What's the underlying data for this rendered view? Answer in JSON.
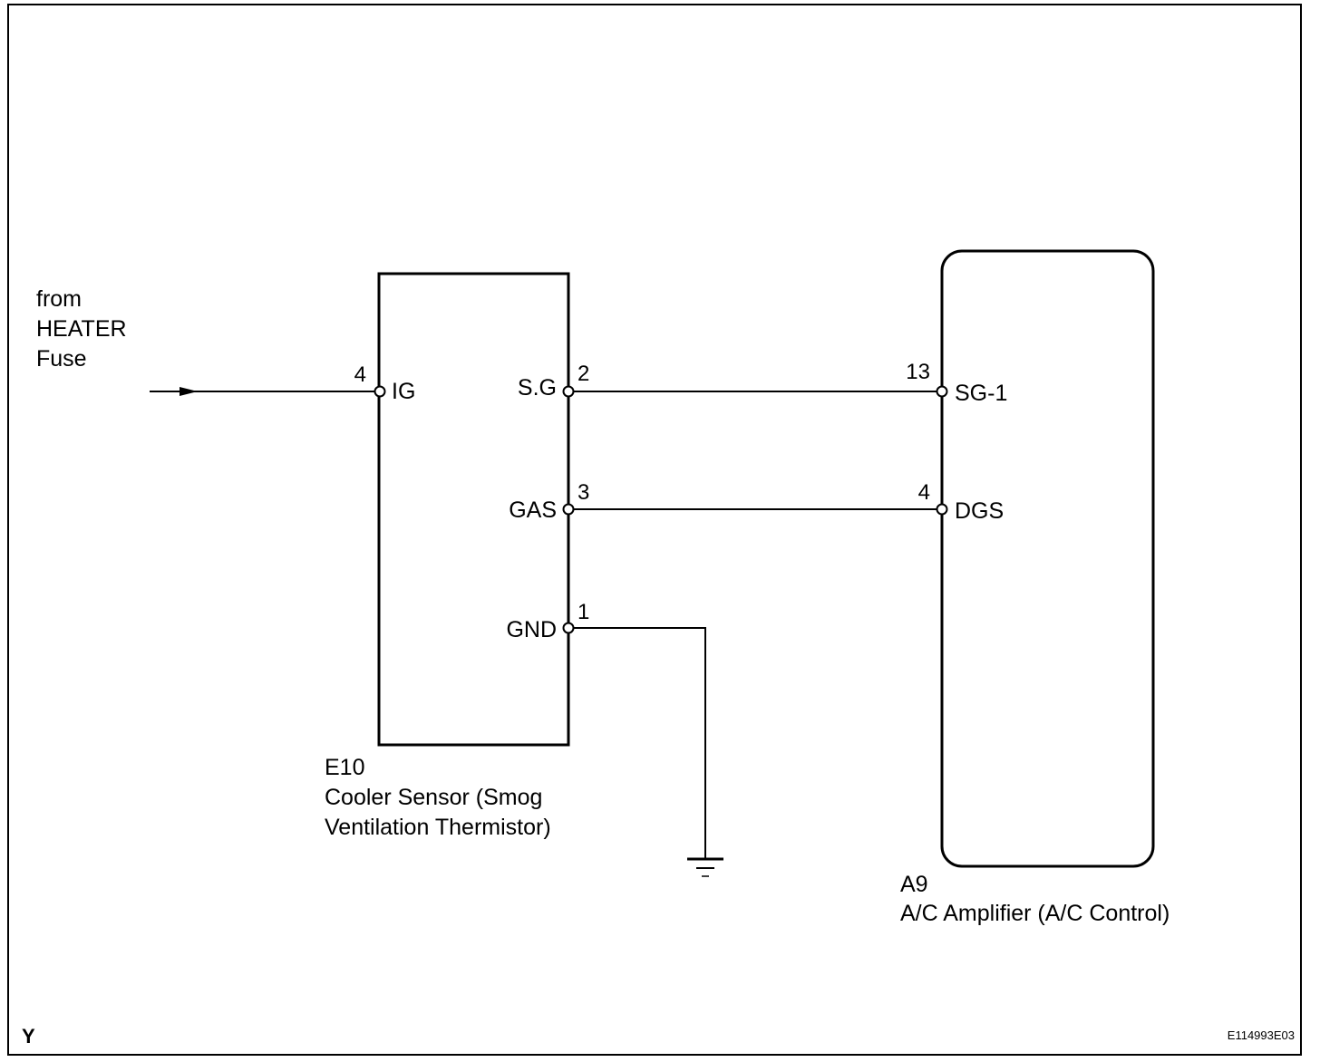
{
  "source": {
    "line1": "from",
    "line2": "HEATER",
    "line3": "Fuse"
  },
  "sensor": {
    "connector": "E10",
    "name_line1": "Cooler Sensor (Smog",
    "name_line2": "Ventilation Thermistor)",
    "pins": [
      {
        "number": "4",
        "name": "IG"
      },
      {
        "number": "2",
        "name": "S.G"
      },
      {
        "number": "3",
        "name": "GAS"
      },
      {
        "number": "1",
        "name": "GND"
      }
    ]
  },
  "amplifier": {
    "connector": "A9",
    "name": "A/C Amplifier (A/C Control)",
    "pins": [
      {
        "number": "13",
        "name": "SG-1"
      },
      {
        "number": "4",
        "name": "DGS"
      }
    ]
  },
  "corner_left": "Y",
  "figure_id": "E114993E03"
}
